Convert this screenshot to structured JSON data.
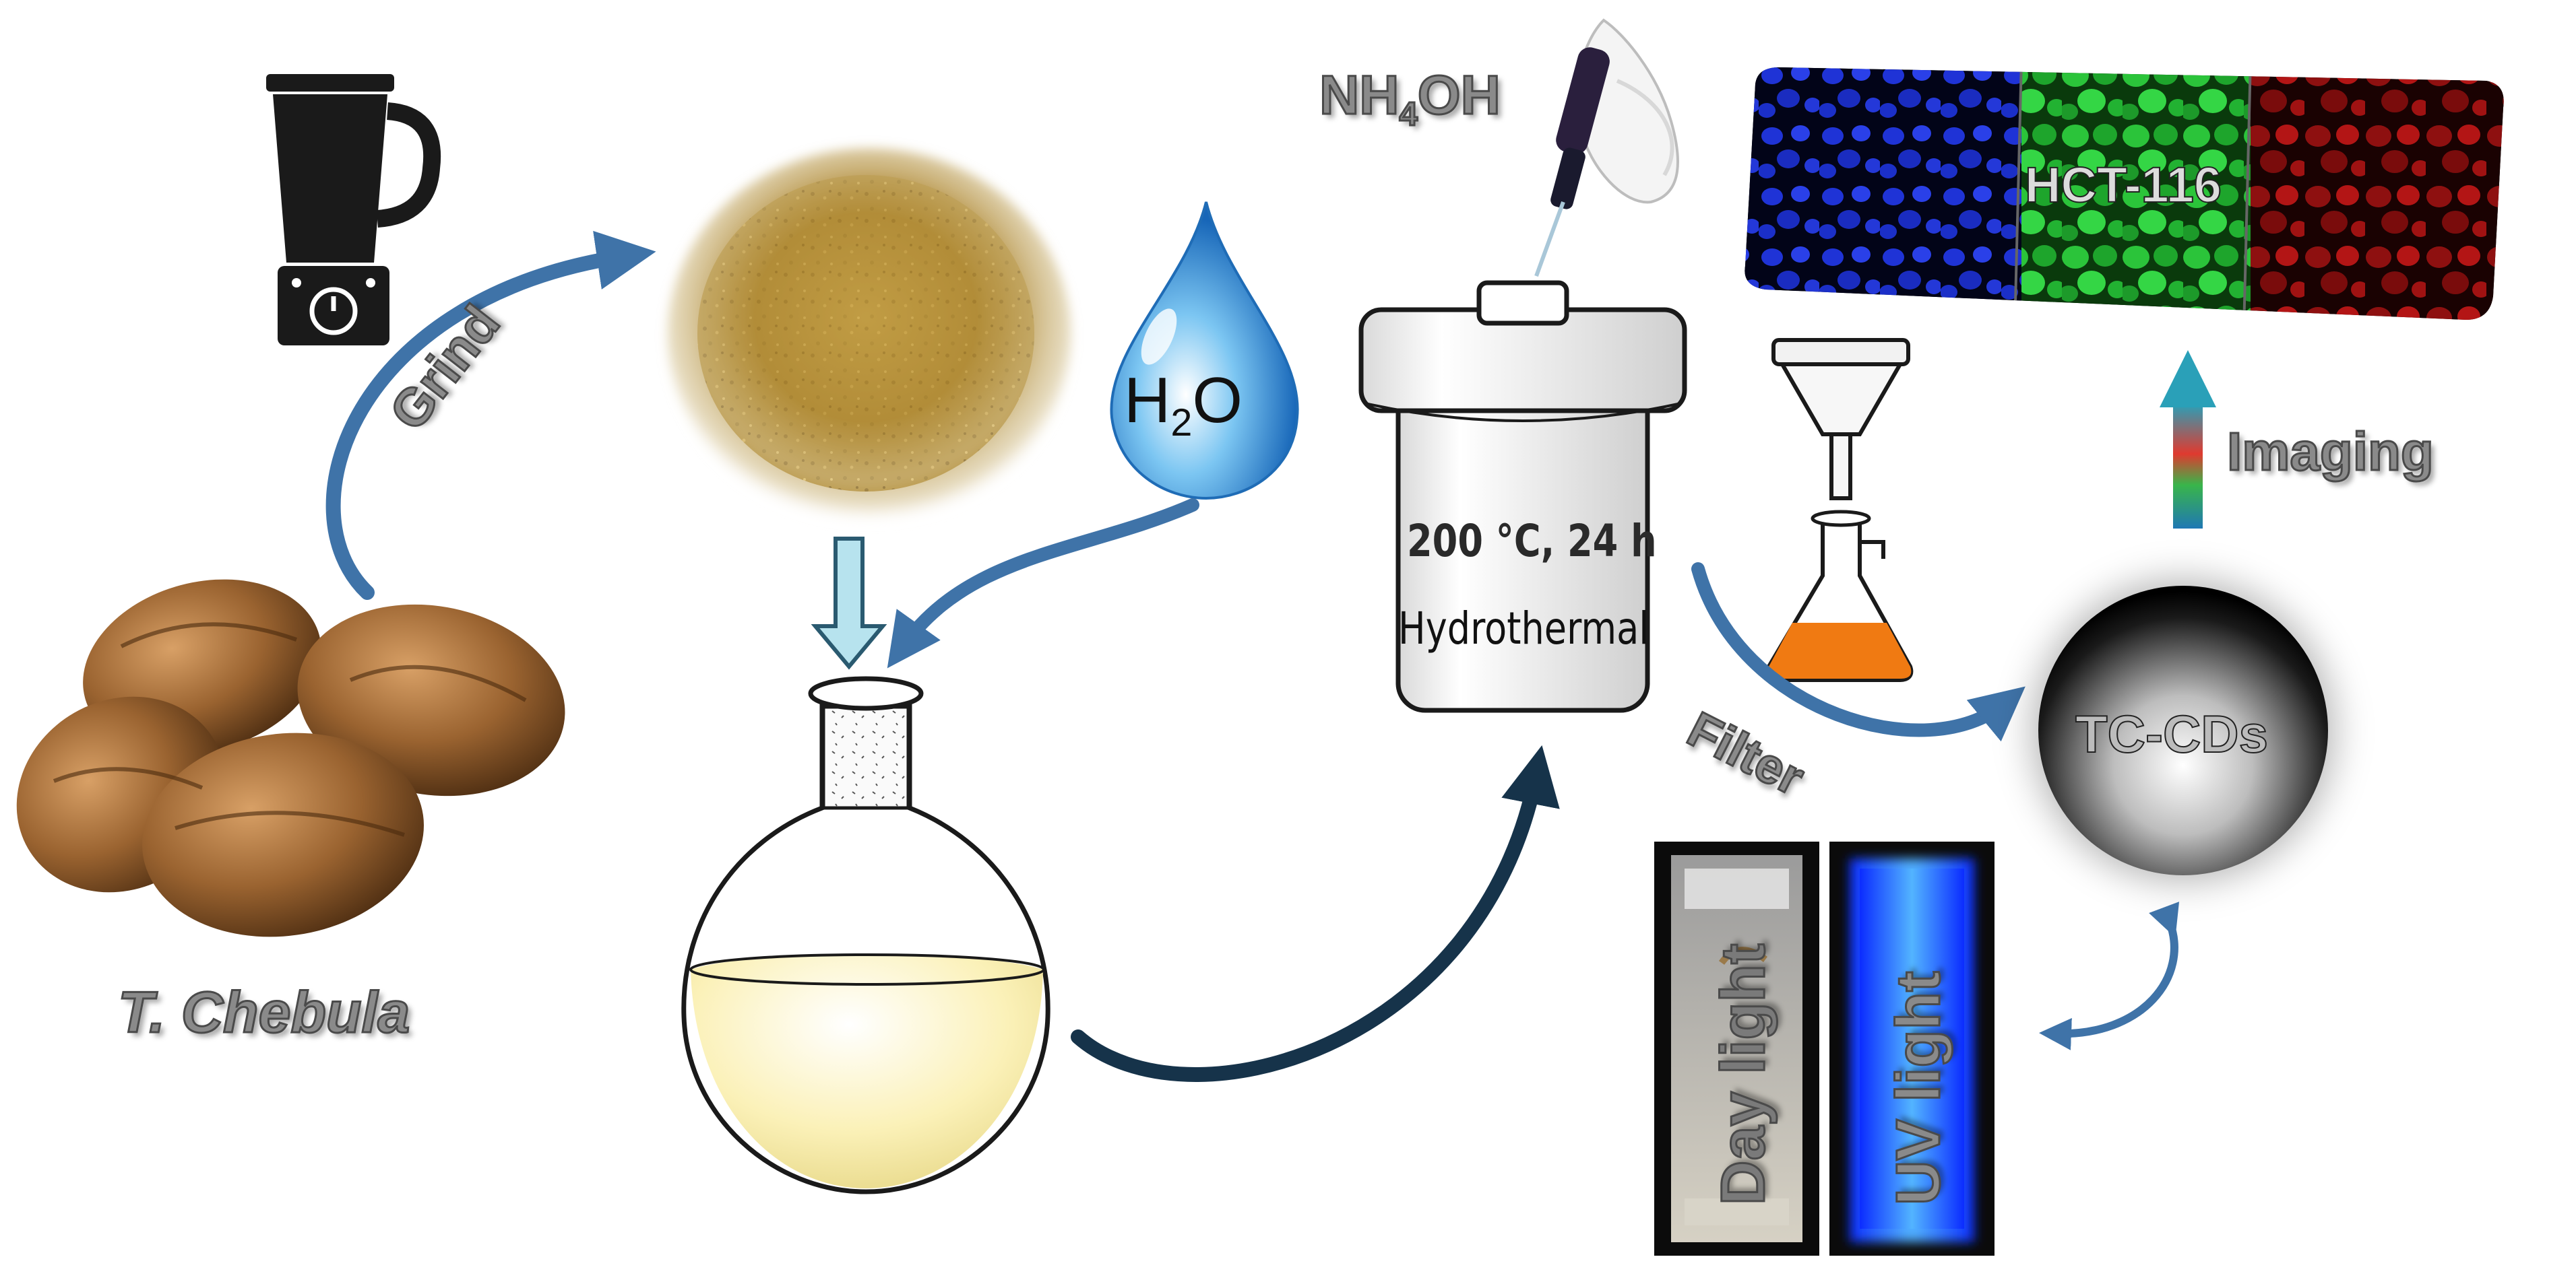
{
  "labels": {
    "grind": "Grind",
    "species": "T. Chebula",
    "water_h": "H",
    "water_2": "2",
    "water_o": "O",
    "reagent_nh": "NH",
    "reagent_4": "4",
    "reagent_oh": "OH",
    "condition": "200 °C, 24 h",
    "method": "Hydrothermal",
    "filter": "Filter",
    "product": "TC-CDs",
    "imaging": "Imaging",
    "cell_line": "HCT-116",
    "day_light": "Day light",
    "uv_light": "UV light"
  },
  "colors": {
    "arrow_blue": "#3f73a8",
    "arrow_dark": "#16334a",
    "powder": "#b38f3a",
    "fruit": "#8a5a2a",
    "flask_liquid": "#fdf6c8",
    "filtrate": "#f07a12",
    "uv_glow": "#1e6bff",
    "stain_blue": "#1f33d6",
    "stain_green": "#2bc43a",
    "stain_red": "#b31515"
  },
  "icons": [
    "blender-icon",
    "water-drop-icon",
    "pipette-icon",
    "funnel-icon",
    "erlenmeyer-flask-icon",
    "round-bottom-flask-icon",
    "autoclave-icon",
    "sphere-icon"
  ]
}
